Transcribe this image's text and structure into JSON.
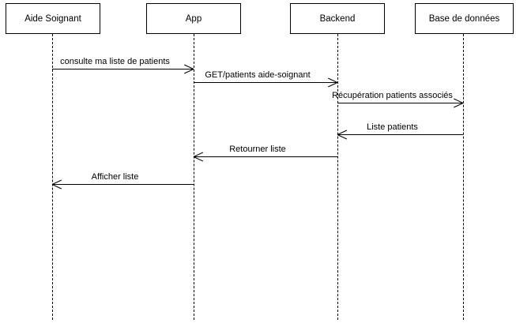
{
  "diagram": {
    "type": "sequence-diagram",
    "colors": {
      "line": "#000000",
      "background": "#ffffff",
      "box_fill": "#ffffff"
    },
    "participants": [
      {
        "name": "Aide Soignant"
      },
      {
        "name": "App"
      },
      {
        "name": "Backend"
      },
      {
        "name": "Base de données"
      }
    ],
    "messages": [
      {
        "label": "consulte ma liste de patients",
        "from": "Aide Soignant",
        "to": "App",
        "direction": "right"
      },
      {
        "label": "GET/patients aide-soignant",
        "from": "App",
        "to": "Backend",
        "direction": "right"
      },
      {
        "label": "Récupération patients associés",
        "from": "Backend",
        "to": "Base de données",
        "direction": "right"
      },
      {
        "label": "Liste patients",
        "from": "Base de données",
        "to": "Backend",
        "direction": "left"
      },
      {
        "label": "Retourner liste",
        "from": "Backend",
        "to": "App",
        "direction": "left"
      },
      {
        "label": "Afficher liste",
        "from": "App",
        "to": "Aide Soignant",
        "direction": "left"
      }
    ]
  }
}
